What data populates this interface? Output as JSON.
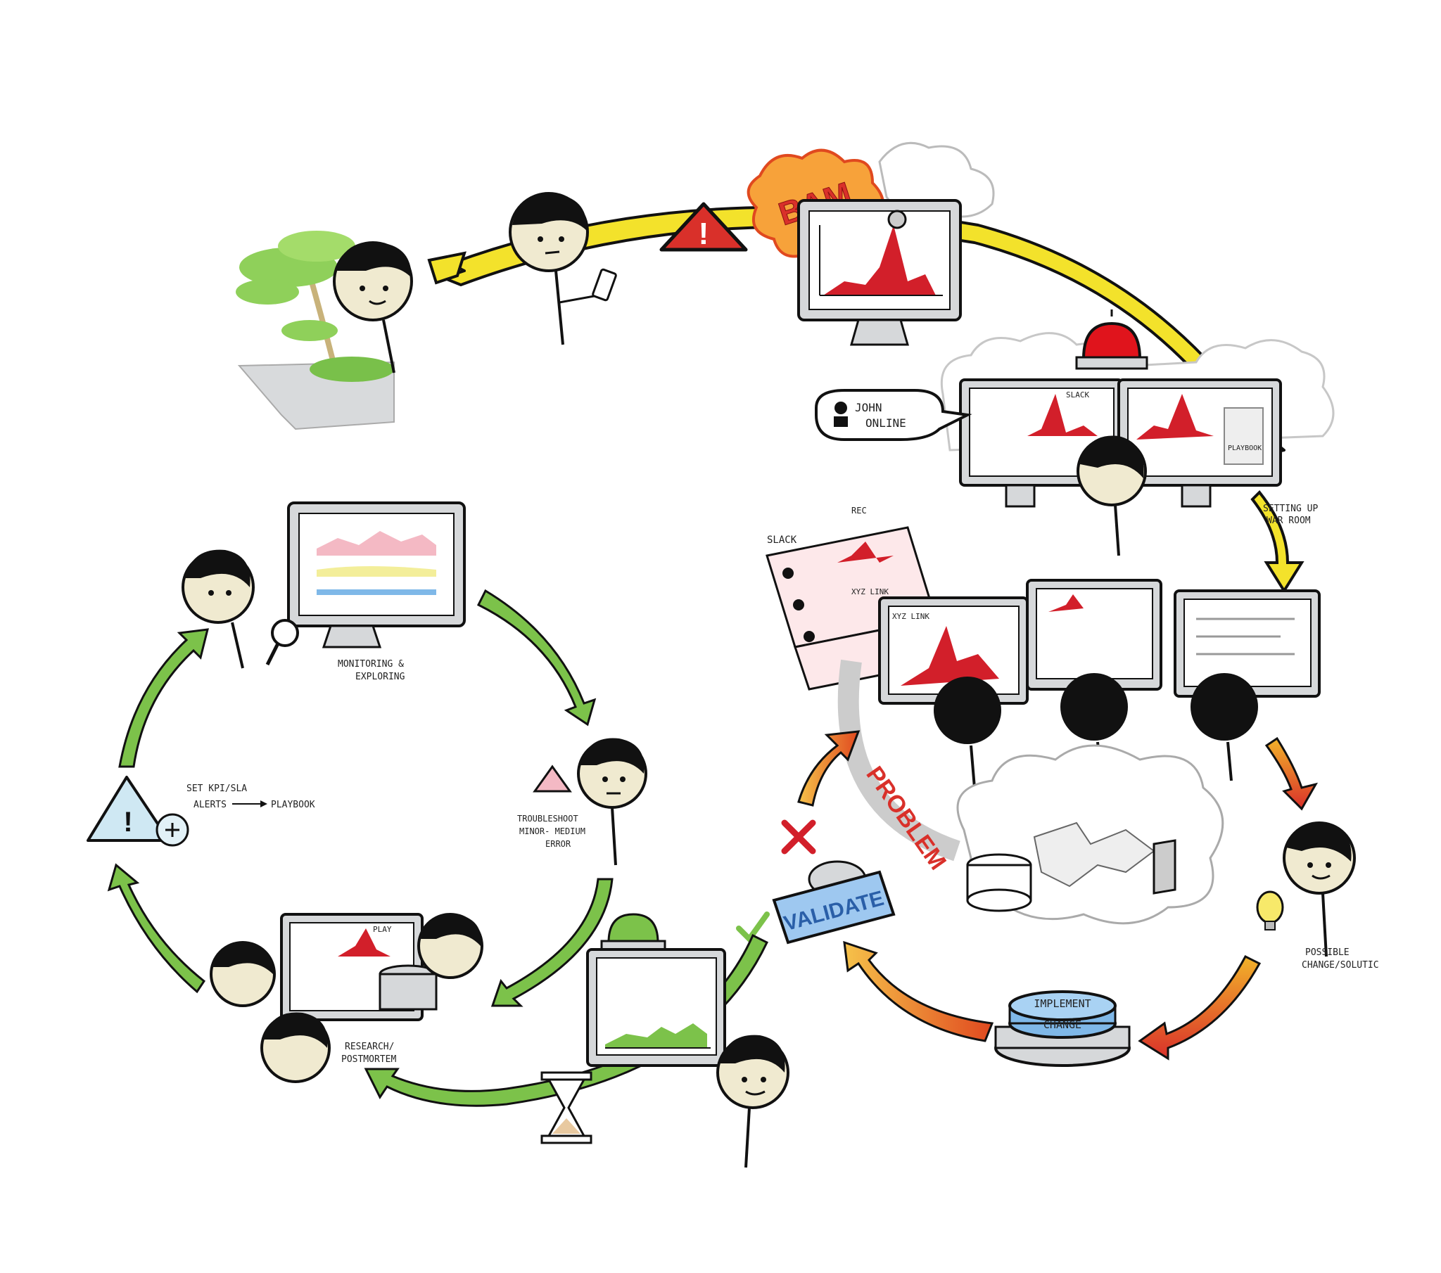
{
  "colors": {
    "paper": "#ffffff",
    "ink": "#111111",
    "arrow_green": "#7cc24a",
    "arrow_yellow": "#f3e22b",
    "arrow_orange": "#f08a1c",
    "arrow_red": "#d9302a",
    "chart_red": "#d21f2a",
    "skin": "#f0ead0",
    "alarm_red": "#e0141c",
    "tree_green": "#8fd05a",
    "screen_grey": "#d6d8da",
    "validate_blue": "#9ec8f0",
    "implement_blue": "#7fb8e8",
    "bam_orange": "#f7a23a"
  },
  "left_cycle": {
    "monitoring_label": [
      "MONITORING &",
      "EXPLORING"
    ],
    "troubleshoot_label": [
      "TROUBLESHOOT",
      "MINOR- MEDIUM",
      "ERROR"
    ],
    "research_label": [
      "RESEARCH/",
      "POSTMORTEM"
    ],
    "kpi_label_line1": "SET KPI/SLA",
    "kpi_label_line2_a": "ALERTS",
    "kpi_label_line2_b": "PLAYBOOK",
    "research_screen_tag": "PLAY"
  },
  "right_cycle": {
    "bam_text": "BAM",
    "chat_bubble": [
      "JOHN",
      "ONLINE"
    ],
    "war_room_screen_tag": "SLACK",
    "playbook_tag": "PLAYBOOK",
    "war_room_label": [
      "SETTING UP",
      "WAR ROOM"
    ],
    "slack_doc_title": "SLACK",
    "rec_tag": "REC",
    "xyz_link_doc": "XYZ LINK",
    "xyz_link_screen": "XYZ LINK",
    "problem_text": "PROBLEM",
    "solution_label": [
      "POSSIBLE",
      "CHANGE/SOLUTIC"
    ],
    "implement_label": [
      "IMPLEMENT",
      "CHANGE"
    ],
    "validate_text": "VALIDATE"
  }
}
